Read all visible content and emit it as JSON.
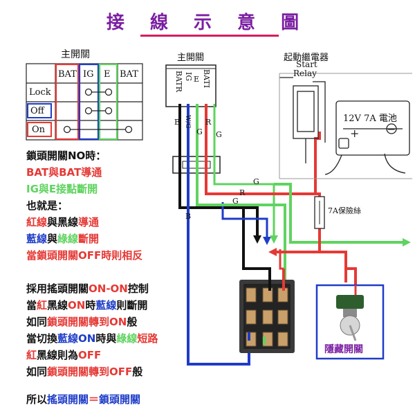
{
  "title": "接 線 示 意 圖",
  "left_table": {
    "heading": "主開關",
    "cols": [
      "BAT",
      "IG",
      "E",
      "BAT"
    ],
    "rows": [
      "Lock",
      "Off",
      "On"
    ]
  },
  "wiring": {
    "switch_heading": "主開關",
    "terminals": [
      "BATR",
      "IG",
      "E",
      "BATI"
    ],
    "wire_tags": {
      "b": "B",
      "blue_w": "W/G",
      "g1": "G",
      "r": "R",
      "g2": "G",
      "g_right": "G",
      "r_right": "R",
      "b_lower": "B"
    },
    "relay_label_cn": "起動繼電器",
    "relay_label_en_1": "Start",
    "relay_label_en_2": "Relay",
    "battery_label": "12V 7A 電池",
    "fuse_label": "7A保險絲",
    "hidden_switch_label": "隱藏開關"
  },
  "notes": {
    "l1": "鎖頭開關NO時：",
    "l2": "BAT與BAT導通",
    "l3": "IG與E接點斷開",
    "l4": "也就是：",
    "l5a": "紅線",
    "l5b": "與",
    "l5c": "黑線",
    "l5d": "導通",
    "l6a": "藍線",
    "l6b": "與",
    "l6c": "綠線",
    "l6d": "斷開",
    "l7": "當鎖頭開關OFF時則相反",
    "l8a": "採用搖頭開關",
    "l8b": "ON-ON",
    "l8c": "控制",
    "l9a": "當",
    "l9b": "紅",
    "l9c": "黑線",
    "l9d": "ON",
    "l9e": "時",
    "l9f": "藍線",
    "l9g": "則斷開",
    "l10a": "如同",
    "l10b": "鎖頭開關轉到ON",
    "l10c": "般",
    "l11a": "當切換",
    "l11b": "藍線ON",
    "l11c": "時與",
    "l11d": "綠線",
    "l11e": "短路",
    "l12a": "紅",
    "l12b": "黑線則為",
    "l12c": "OFF",
    "l13a": "如同",
    "l13b": "鎖頭開關轉到OFF",
    "l13c": "般",
    "l14a": "所以",
    "l14b": "搖頭開關",
    "l14c": "＝",
    "l14d": "鎖頭開關"
  },
  "colors": {
    "red": "#e53935",
    "blue": "#1e3cc8",
    "green": "#5fd35f",
    "purple": "#7b1fa2",
    "black": "#111111"
  }
}
